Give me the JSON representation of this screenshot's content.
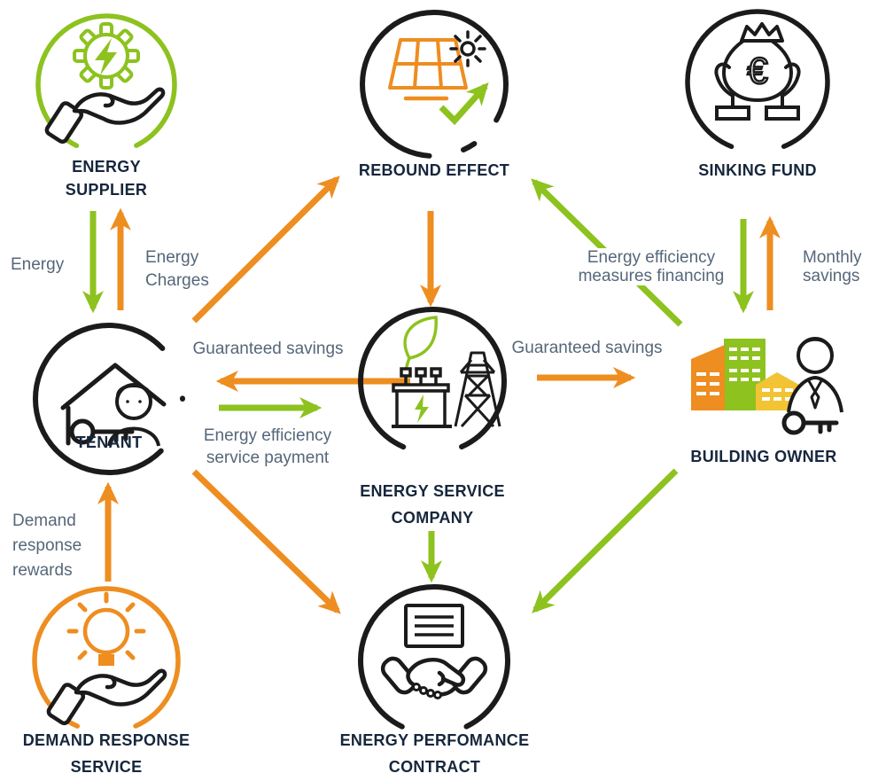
{
  "colors": {
    "green": "#8dc21f",
    "orange": "#ee8d20",
    "outline": "#1b1b1b",
    "title_text": "#16263c",
    "label_text": "#56677a",
    "background": "#ffffff"
  },
  "nodes": [
    {
      "id": "energy-supplier",
      "lines": [
        "ENERGY",
        "SUPPLIER"
      ],
      "ring": "green",
      "icon": "gear-lightning-in-hand"
    },
    {
      "id": "rebound-effect",
      "lines": [
        "REBOUND EFFECT"
      ],
      "ring": "black",
      "icon": "solar-panel-sun-check-arrow"
    },
    {
      "id": "sinking-fund",
      "lines": [
        "SINKING FUND"
      ],
      "ring": "black",
      "icon": "euro-money-bag-in-hands"
    },
    {
      "id": "tenant",
      "lines": [
        "TENANT"
      ],
      "ring": "black",
      "icon": "house-person-key"
    },
    {
      "id": "energy-service-company",
      "lines": [
        "ENERGY SERVICE",
        "COMPANY"
      ],
      "ring": "black",
      "icon": "leaf-transformer-pylon"
    },
    {
      "id": "building-owner",
      "lines": [
        "BUILDING OWNER"
      ],
      "ring": "none",
      "icon": "buildings-person-key"
    },
    {
      "id": "demand-response-service",
      "lines": [
        "DEMAND RESPONSE",
        "SERVICE"
      ],
      "ring": "orange",
      "icon": "lightbulb-in-hand"
    },
    {
      "id": "energy-perfomance-contract",
      "lines": [
        "ENERGY PERFOMANCE",
        "CONTRACT"
      ],
      "ring": "black",
      "icon": "handshake-document"
    }
  ],
  "edges": [
    {
      "from": "energy-supplier",
      "to": "tenant",
      "color": "green",
      "lines": [
        "Energy"
      ]
    },
    {
      "from": "tenant",
      "to": "energy-supplier",
      "color": "orange",
      "lines": [
        "Energy",
        "Charges"
      ]
    },
    {
      "from": "tenant",
      "to": "rebound-effect",
      "color": "orange",
      "lines": []
    },
    {
      "from": "rebound-effect",
      "to": "energy-service-company",
      "color": "orange",
      "lines": []
    },
    {
      "from": "energy-service-company",
      "to": "tenant",
      "color": "orange",
      "lines": [
        "Guaranteed savings"
      ]
    },
    {
      "from": "tenant",
      "to": "energy-service-company",
      "color": "green",
      "lines": [
        "Energy efficiency",
        "service payment"
      ]
    },
    {
      "from": "energy-service-company",
      "to": "building-owner",
      "color": "orange",
      "lines": [
        "Guaranteed savings"
      ]
    },
    {
      "from": "building-owner",
      "to": "rebound-effect",
      "color": "green",
      "lines": [
        "Energy efficiency",
        "measures financing"
      ]
    },
    {
      "from": "sinking-fund",
      "to": "building-owner",
      "color": "green",
      "lines": []
    },
    {
      "from": "building-owner",
      "to": "sinking-fund",
      "color": "orange",
      "lines": [
        "Monthly",
        "savings"
      ]
    },
    {
      "from": "demand-response-service",
      "to": "tenant",
      "color": "orange",
      "lines": [
        "Demand",
        "response",
        "rewards"
      ]
    },
    {
      "from": "tenant",
      "to": "energy-perfomance-contract",
      "color": "orange",
      "lines": []
    },
    {
      "from": "energy-service-company",
      "to": "energy-perfomance-contract",
      "color": "green",
      "lines": []
    },
    {
      "from": "building-owner",
      "to": "energy-perfomance-contract",
      "color": "green",
      "lines": []
    }
  ]
}
